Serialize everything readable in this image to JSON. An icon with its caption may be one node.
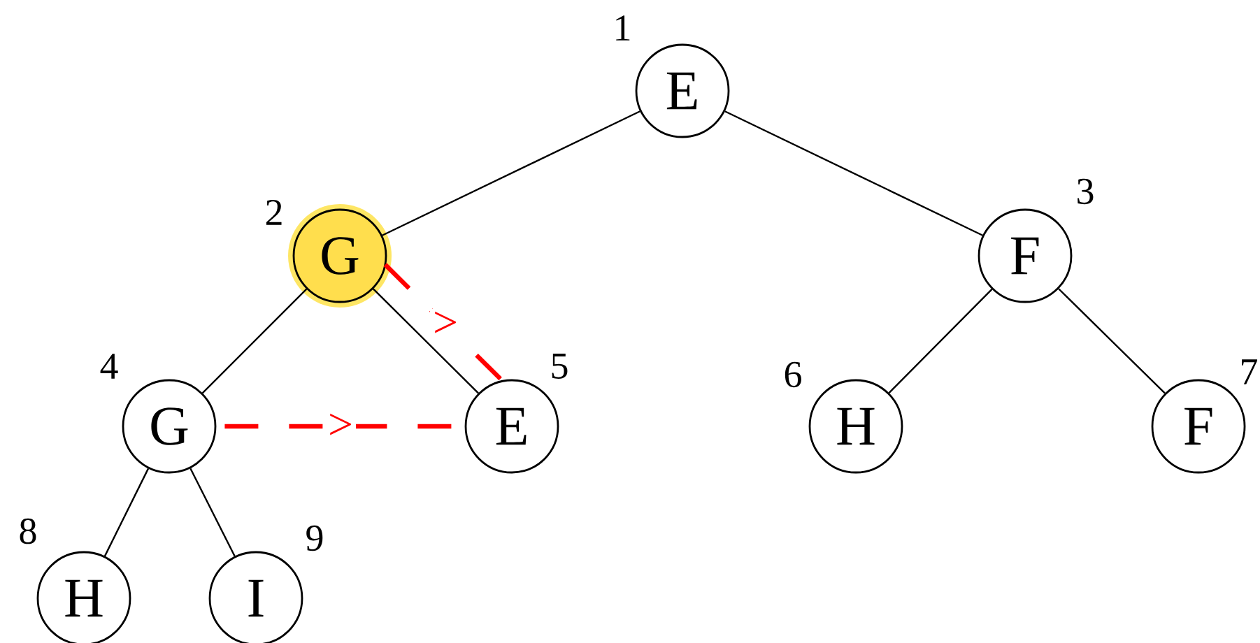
{
  "diagram": {
    "nodes": [
      {
        "text": [
          "E"
        ],
        "beside": [
          "1"
        ]
      },
      {
        "text": [
          "G"
        ],
        "beside": [
          "2"
        ]
      },
      {
        "text": [
          "F"
        ],
        "beside": [
          "3"
        ]
      },
      {
        "text": [
          "G"
        ],
        "beside": [
          "4"
        ]
      },
      {
        "text": [
          "E"
        ],
        "beside": [
          "5"
        ]
      },
      {
        "text": [
          "H"
        ],
        "beside": [
          "6"
        ]
      },
      {
        "text": [
          "F"
        ],
        "beside": [
          "7"
        ]
      },
      {
        "text": [
          "H"
        ],
        "beside": [
          "8"
        ]
      },
      {
        "text": [
          "I"
        ],
        "beside": [
          "9"
        ]
      }
    ],
    "edges": [
      {
        "from": 0,
        "to": 1,
        "arrow": "none"
      },
      {
        "from": 0,
        "to": 2,
        "arrow": "none"
      },
      {
        "from": 1,
        "to": 3,
        "arrow": "none"
      },
      {
        "from": 1,
        "to": 4,
        "arrow": "none"
      },
      {
        "from": 2,
        "to": 5,
        "arrow": "none"
      },
      {
        "from": 2,
        "to": 6,
        "arrow": "none"
      },
      {
        "from": 3,
        "to": 7,
        "arrow": "none"
      },
      {
        "from": 3,
        "to": 8,
        "arrow": "none"
      },
      {
        "from": 1,
        "to": 4,
        "arrow": "none",
        "label": ">",
        "style": "dashed",
        "color": "#ff0000"
      },
      {
        "from": 3,
        "to": 4,
        "arrow": "none",
        "label": ">",
        "style": "dashed",
        "color": "#ff0000"
      }
    ]
  }
}
